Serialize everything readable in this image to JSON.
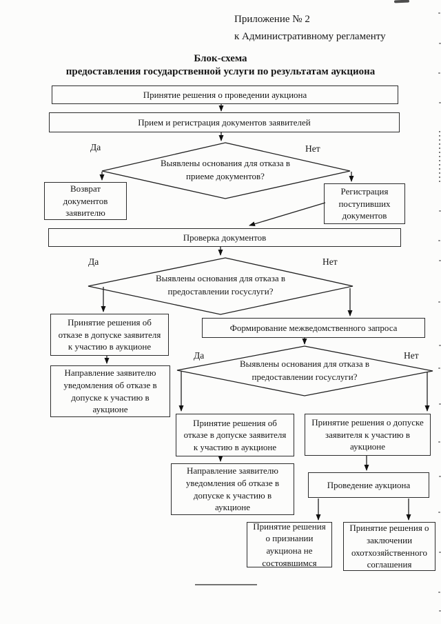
{
  "header": {
    "appendix_line1": "Приложение № 2",
    "appendix_line2": "к Административному регламенту",
    "title_line1": "Блок-схема",
    "title_line2": "предоставления государственной услуги по результатам аукциона"
  },
  "labels": {
    "yes": "Да",
    "no": "Нет"
  },
  "nodes": {
    "decide_auction": "Принятие решения о проведении аукциона",
    "accept_register": "Прием и регистрация документов заявителей",
    "return_docs": "Возврат документов заявителю",
    "register_received": "Регистрация поступивших документов",
    "check_docs": "Проверка документов",
    "refuse_admission_1": "Принятие решения об отказе в допуске заявителя к участию в аукционе",
    "notify_refusal_1": "Направление заявителю уведомления об отказе в допуске к участию в аукционе",
    "interagency_request": "Формирование межведомственного запроса",
    "refuse_admission_2": "Принятие решения об отказе в допуске заявителя к участию в аукционе",
    "notify_refusal_2": "Направление заявителю уведомления об отказе в допуске к участию в аукционе",
    "admit_applicant": "Принятие решения о допуске заявителя к участию в аукционе",
    "hold_auction": "Проведение аукциона",
    "auction_failed": "Принятие решения о признании аукциона не состоявшимся",
    "conclude_agreement": "Принятие решения о заключении охотхозяйственного соглашения"
  },
  "decisions": {
    "acceptance": "Выявлены основания для отказа в приеме документов?",
    "service_1": "Выявлены основания для отказа в предоставлении госуслуги?",
    "service_2": "Выявлены основания для отказа в предоставлении госуслуги?"
  },
  "colors": {
    "ink": "#1a1a1a",
    "paper": "#fcfcfb"
  }
}
